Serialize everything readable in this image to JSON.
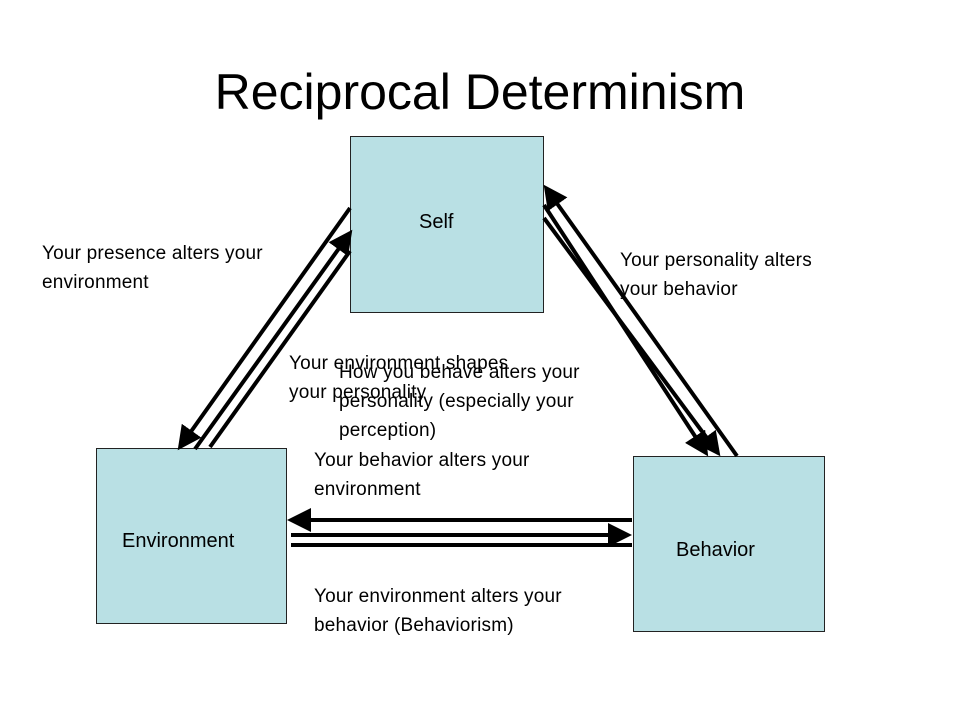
{
  "title": "Reciprocal Determinism",
  "colors": {
    "node_fill": "#b9e0e4",
    "arrow": "#000000"
  },
  "nodes": {
    "self": "Self",
    "environment": "Environment",
    "behavior": "Behavior"
  },
  "captions": {
    "presence_alters_environment": [
      "Your presence alters your",
      "environment"
    ],
    "personality_alters_behavior": [
      "Your personality alters",
      "your behavior"
    ],
    "environment_shapes_personality": [
      "Your environment shapes",
      "your personality"
    ],
    "behavior_alters_personality": [
      "How you behave alters your",
      "personality (especially your",
      "perception)"
    ],
    "behavior_alters_environment": [
      "Your behavior alters your",
      "environment"
    ],
    "environment_alters_behavior": [
      "Your environment alters your",
      "behavior (Behaviorism)"
    ]
  }
}
